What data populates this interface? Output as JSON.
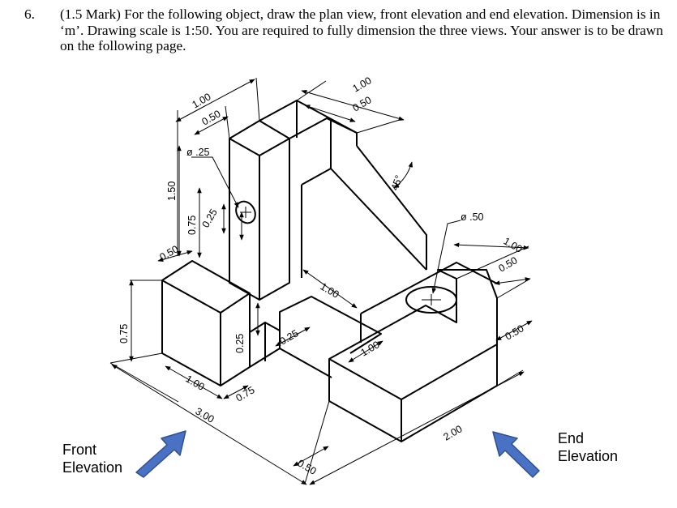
{
  "question": {
    "number": "6.",
    "text": "(1.5 Mark) For the following object, draw the plan view, front elevation and end elevation. Dimension is in ‘m’. Drawing scale is 1:50. You are required to fully dimension the three views. Your answer is to be drawn on the following page."
  },
  "labels": {
    "front_line1": "Front",
    "front_line2": "Elevation",
    "end_line1": "End",
    "end_line2": "Elevation"
  },
  "dims": {
    "top_left_100": "1.00",
    "top_left_050": "0.50",
    "top_right_100": "1.00",
    "top_right_050": "0.50",
    "hole_small": "ø .25",
    "hole_large": "ø .50",
    "angle": "45°",
    "h150": "1.50",
    "h075_left": "0.75",
    "h025_block": "0.25",
    "left_050": "0.50",
    "h075_outer": "0.75",
    "mid_100": "1.00",
    "mid_025": "0.25",
    "h025_slot": "0.25",
    "front_100": "1.00",
    "front_075": "0.75",
    "front_300": "3.00",
    "front_050": "0.50",
    "right_100": "1.00",
    "right_050a": "0.50",
    "right_050b": "0.50",
    "right_200": "2.00",
    "slot_100": "1.00"
  },
  "colors": {
    "arrow": "#4a72c4",
    "arrow_stroke": "#2f4f8f"
  }
}
